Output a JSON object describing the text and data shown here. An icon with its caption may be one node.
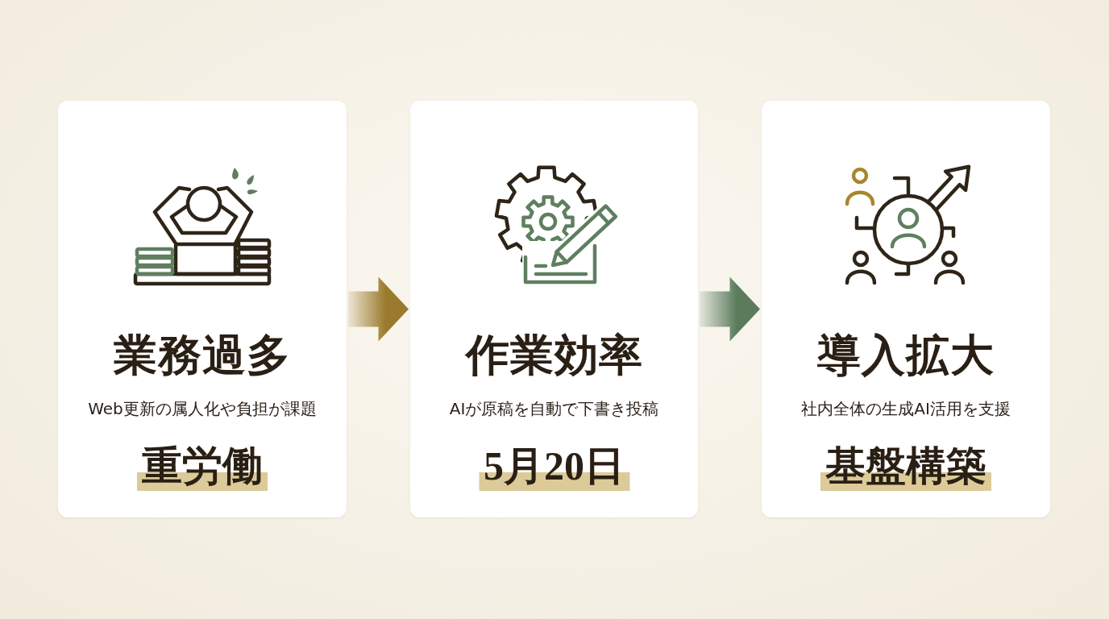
{
  "diagram": {
    "nodes": [
      {
        "text": [
          "業務過多",
          "Web更新の属人化や負担が課題",
          "重労働"
        ]
      },
      {
        "text": [
          "作業効率",
          "AIが原稿を自動で下書き投稿",
          "5月20日"
        ]
      },
      {
        "text": [
          "導入拡大",
          "社内全体の生成AI活用を支援",
          "基盤構築"
        ]
      }
    ],
    "edges": [
      {
        "from": 0,
        "to": 1,
        "arrow": "to",
        "color": "#9a7a2c"
      },
      {
        "from": 1,
        "to": 2,
        "arrow": "to",
        "color": "#5a7b5c"
      }
    ]
  }
}
